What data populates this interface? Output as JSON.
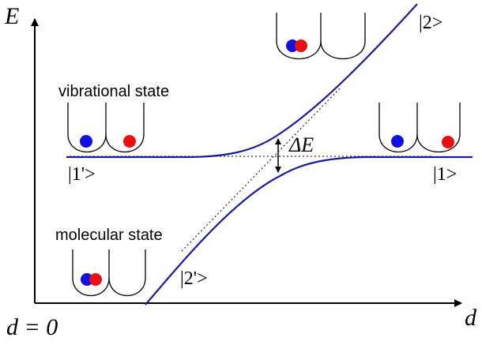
{
  "axes": {
    "y_label": "E",
    "x_label": "d",
    "origin_label": "d = 0"
  },
  "labels": {
    "vibrational_state": "vibrational state",
    "molecular_state": "molecular state",
    "state_1_prime": "|1'>",
    "state_1": "|1>",
    "state_2": "|2>",
    "state_2_prime": "|2'>",
    "gap": "ΔE"
  },
  "colors": {
    "curve": "#1a1aa0",
    "atom_blue": "#1010e0",
    "atom_red": "#e81010",
    "line": "#000000"
  }
}
